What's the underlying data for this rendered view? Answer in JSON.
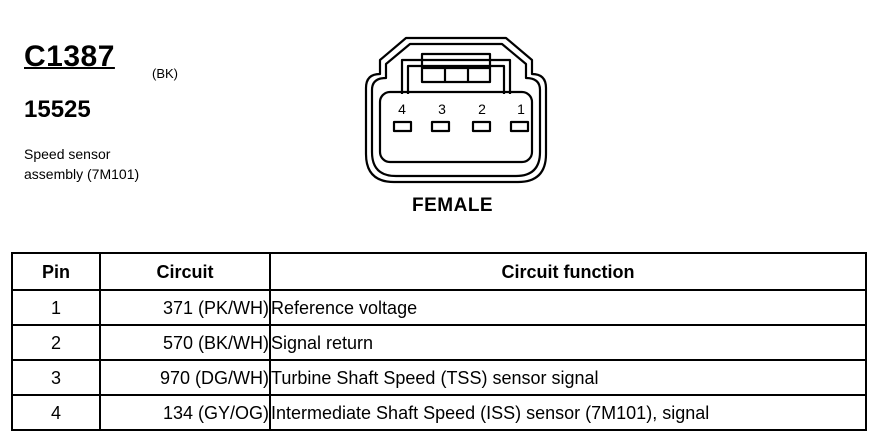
{
  "connector": {
    "id": "C1387",
    "color_code": "(BK)",
    "part_number": "15525",
    "description_line1": "Speed sensor",
    "description_line2": "assembly (7M101)"
  },
  "drawing": {
    "cavity_numbers": [
      "4",
      "3",
      "2",
      "1"
    ],
    "gender_label": "FEMALE"
  },
  "table": {
    "headers": [
      "Pin",
      "Circuit",
      "Circuit function"
    ],
    "rows": [
      {
        "pin": "1",
        "circuit": "371 (PK/WH)",
        "function": "Reference voltage"
      },
      {
        "pin": "2",
        "circuit": "570 (BK/WH)",
        "function": "Signal return"
      },
      {
        "pin": "3",
        "circuit": "970 (DG/WH)",
        "function": "Turbine Shaft Speed (TSS) sensor signal"
      },
      {
        "pin": "4",
        "circuit": "134 (GY/OG)",
        "function": "Intermediate Shaft Speed (ISS) sensor (7M101), signal"
      }
    ]
  }
}
